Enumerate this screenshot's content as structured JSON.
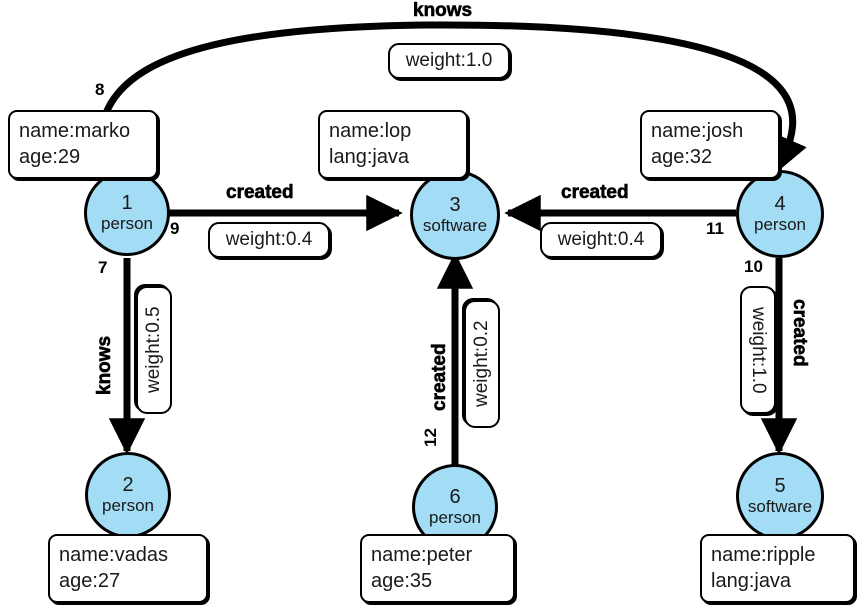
{
  "diagram": {
    "title": "property-graph",
    "node_fill_color": "#a3dcf5",
    "node_stroke_color": "#000000",
    "background_color": "#ffffff"
  },
  "nodes": [
    {
      "id": "1",
      "label": "person",
      "props": "name:marko\nage:29",
      "prop_line1": "name:marko",
      "prop_line2": "age:29"
    },
    {
      "id": "2",
      "label": "person",
      "props": "name:vadas\nage:27",
      "prop_line1": "name:vadas",
      "prop_line2": "age:27"
    },
    {
      "id": "3",
      "label": "software",
      "props": "name:lop\nlang:java",
      "prop_line1": "name:lop",
      "prop_line2": "lang:java"
    },
    {
      "id": "4",
      "label": "person",
      "props": "name:josh\nage:32",
      "prop_line1": "name:josh",
      "prop_line2": "age:32"
    },
    {
      "id": "5",
      "label": "software",
      "props": "name:ripple\nlang:java",
      "prop_line1": "name:ripple",
      "prop_line2": "lang:java"
    },
    {
      "id": "6",
      "label": "person",
      "props": "name:peter\nage:35",
      "prop_line1": "name:peter",
      "prop_line2": "age:35"
    }
  ],
  "edges": [
    {
      "id": "8",
      "from": "1",
      "to": "4",
      "label": "knows",
      "weight": "weight:1.0"
    },
    {
      "id": "9",
      "from": "1",
      "to": "3",
      "label": "created",
      "weight": "weight:0.4"
    },
    {
      "id": "7",
      "from": "1",
      "to": "2",
      "label": "knows",
      "weight": "weight:0.5"
    },
    {
      "id": "11",
      "from": "4",
      "to": "3",
      "label": "created",
      "weight": "weight:0.4"
    },
    {
      "id": "10",
      "from": "4",
      "to": "5",
      "label": "created",
      "weight": "weight:1.0"
    },
    {
      "id": "12",
      "from": "6",
      "to": "3",
      "label": "created",
      "weight": "weight:0.2"
    }
  ]
}
